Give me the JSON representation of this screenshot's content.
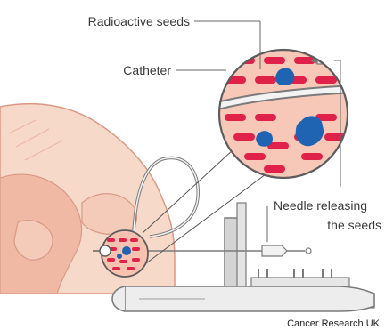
{
  "labels": {
    "radioactive_seeds": "Radioactive seeds",
    "catheter": "Catheter",
    "needle_line1": "Needle releasing",
    "needle_line2": "the seeds"
  },
  "credit": "Cancer Research UK",
  "colors": {
    "skin": "#f6d9c8",
    "skin_dark": "#efb9a3",
    "body_outline": "#d89a86",
    "seed": "#e0224a",
    "tumour": "#1f63b3",
    "equipment": "#d4d4d4",
    "equipment_outline": "#7a7a7a",
    "leader": "#666666"
  },
  "icons": [
    "magnifier-callout-icon",
    "needle-icon",
    "ultrasound-probe-icon"
  ]
}
